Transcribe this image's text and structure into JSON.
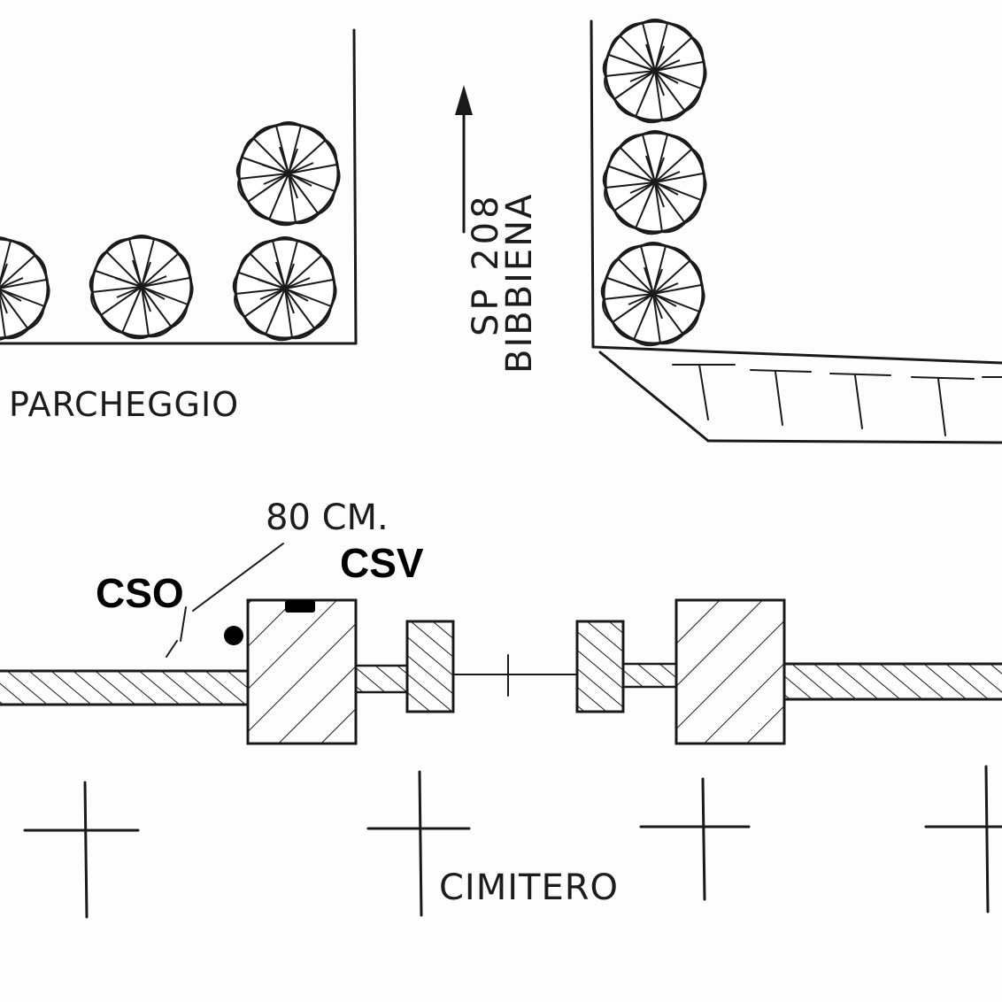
{
  "labels": {
    "parking": "PARCHEGGIO",
    "road_number": "SP 208",
    "road_town": "BIBBIENA",
    "distance": "80 CM.",
    "cso": "CSO",
    "csv": "CSV",
    "cemetery": "CIMITERO"
  },
  "colors": {
    "ink": "#1a1a1a",
    "paper": "#fdfdfd"
  },
  "icons": {
    "tree": "tree-icon",
    "arrow": "north-arrow-icon",
    "grave": "cross-icon"
  }
}
